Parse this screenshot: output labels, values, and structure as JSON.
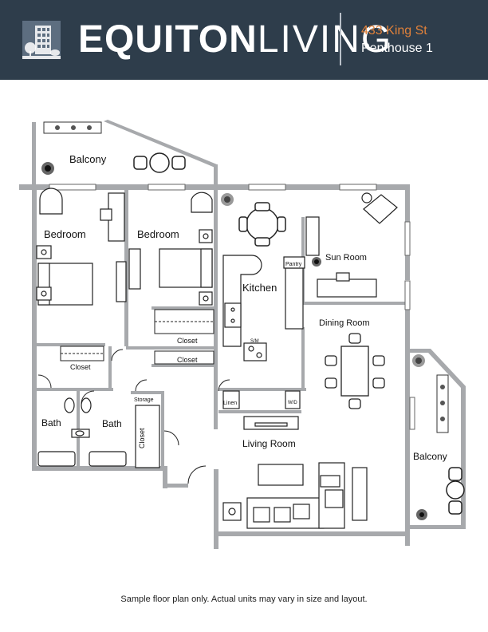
{
  "header": {
    "brand_primary": "EQUITON",
    "brand_secondary": "LIVING",
    "address": "433 King St",
    "unit": "Penthouse 1",
    "background_color": "#2e3d4b",
    "accent_color": "#e0813a",
    "logo_icon": "building-tree-icon"
  },
  "floorplan": {
    "rooms": {
      "balcony_top": "Balcony",
      "bedroom_left": "Bedroom",
      "bedroom_right": "Bedroom",
      "kitchen": "Kitchen",
      "pantry": "Pantry",
      "sun_room": "Sun Room",
      "dining_room": "Dining Room",
      "closet_left": "Closet",
      "closet_right_upper": "Closet",
      "closet_right_lower": "Closet",
      "sm": "S/M",
      "storage": "Storage",
      "bath_left": "Bath",
      "bath_right": "Bath",
      "closet_vertical": "Closet",
      "linen": "Linen",
      "wd": "W/D",
      "living_room": "Living Room",
      "balcony_right": "Balcony"
    }
  },
  "footer": {
    "disclaimer": "Sample floor plan only. Actual units may vary in size and layout."
  }
}
